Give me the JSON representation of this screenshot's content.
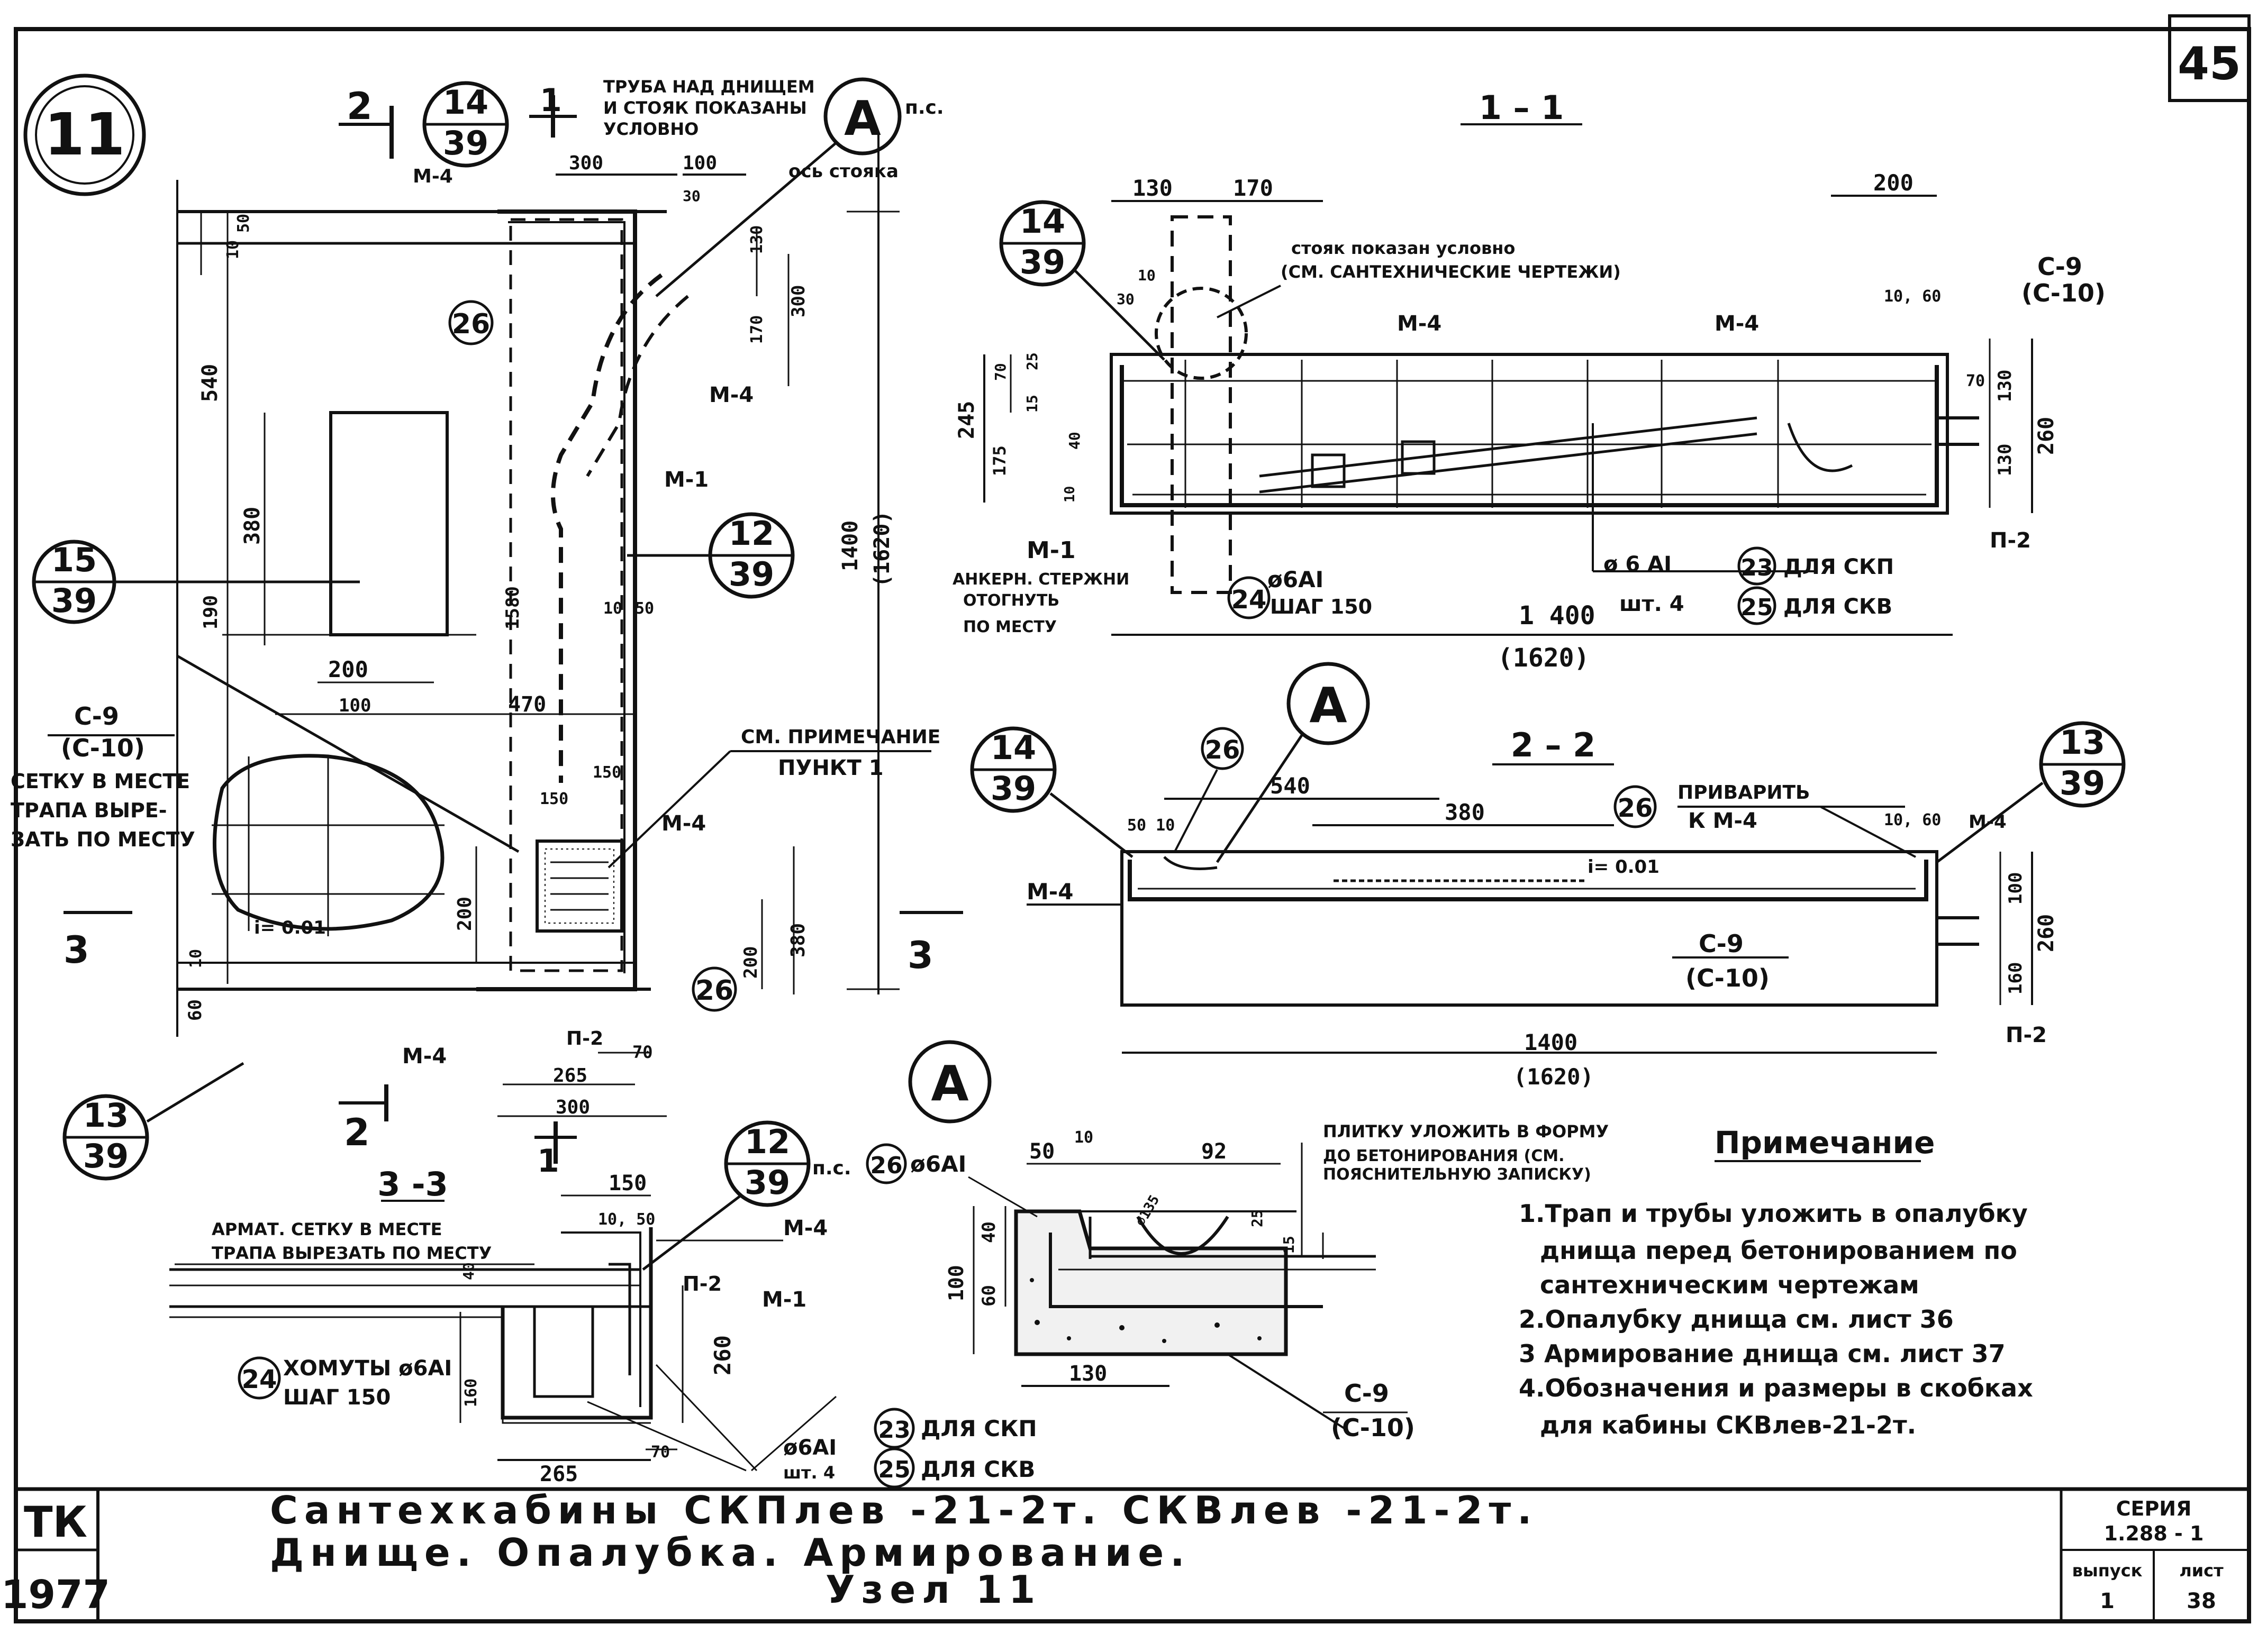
{
  "sheet_number": "45",
  "node_number": "11",
  "section_labels": {
    "s11": "1 – 1",
    "s22": "2 – 2",
    "s33": "3 -3",
    "cut2a": "2",
    "cut2b": "2",
    "cut1a": "1",
    "cut1b": "1",
    "cut3a": "3",
    "cut3b": "3"
  },
  "callouts": {
    "c_14_39_top": {
      "num": "14",
      "den": "39"
    },
    "c_15_39": {
      "num": "15",
      "den": "39"
    },
    "c_12_39_mid": {
      "num": "12",
      "den": "39"
    },
    "c_13_39_left": {
      "num": "13",
      "den": "39"
    },
    "c_14_39_s11": {
      "num": "14",
      "den": "39"
    },
    "c_14_39_s22": {
      "num": "14",
      "den": "39"
    },
    "c_13_39_s22": {
      "num": "13",
      "den": "39"
    },
    "c_12_39_s33": {
      "num": "12",
      "den": "39"
    },
    "a_top": "A",
    "a_s22": "A",
    "a_detail": "A",
    "pos26_a": "26",
    "pos26_b": "26",
    "pos26_c": "26",
    "pos26_d": "26",
    "pos26_e": "26",
    "pos24_a": "24",
    "pos24_b": "24",
    "pos23_a": "23",
    "pos25_a": "25",
    "pos23_b": "23",
    "pos25_b": "25"
  },
  "notes_plan": {
    "pipe_note_1": "ТРУБА НАД ДНИЩЕМ",
    "pipe_note_2": "И СТОЯК ПОКАЗАНЫ",
    "pipe_note_3": "УСЛОВНО",
    "ps": "п.с.",
    "riser_axis": "ось стояка",
    "see_note_1": "СМ. ПРИМЕЧАНИЕ",
    "see_note_2": "ПУНКТ 1",
    "mesh_cut_1": "СЕТКУ В МЕСТЕ",
    "mesh_cut_2": "ТРАПА ВЫРЕ-",
    "mesh_cut_3": "ЗАТЬ ПО МЕСТУ",
    "c9": "С-9",
    "c10": "(С-10)",
    "slope": "i= 0.01",
    "m4_a": "М-4",
    "m4_b": "М-4",
    "m4_c": "М-4",
    "m4_d": "М-4",
    "m1": "М-1",
    "p2": "П-2"
  },
  "dims_plan": {
    "d300": "300",
    "d100": "100",
    "d30": "30",
    "d130": "130",
    "d170": "170",
    "d300v": "300",
    "d10": "10",
    "d50": "50",
    "d540": "540",
    "d380": "380",
    "d190": "190",
    "d200": "200",
    "d100b": "100",
    "d470": "470",
    "d1400": "1400",
    "d1620": "(1620)",
    "d150": "150",
    "d150b": "150",
    "d10b": "10",
    "d50b": "50",
    "d200v": "200",
    "d200v2": "200",
    "d380v": "380",
    "d60": "60",
    "d10c": "10",
    "d70": "70",
    "d265": "265",
    "d300b": "300",
    "d1580": "1580"
  },
  "notes_s11": {
    "riser_1": "стояк показан условно",
    "riser_2": "(СМ. САНТЕХНИЧЕСКИЕ ЧЕРТЕЖИ)",
    "m4_a": "М-4",
    "m4_b": "М-4",
    "m1": "М-1",
    "anchor_1": "АНКЕРН. СТЕРЖНИ",
    "anchor_2": "ОТОГНУТЬ",
    "anchor_3": "ПО МЕСТУ",
    "rebar": "ø6АI",
    "step": "ШАГ 150",
    "rebar2": "ø 6 АI",
    "qty": "шт. 4",
    "for_skp": "ДЛЯ СКП",
    "for_skv": "ДЛЯ СКВ",
    "c9": "С-9",
    "c10": "(С-10)",
    "p2": "П-2"
  },
  "dims_s11": {
    "d130": "130",
    "d170": "170",
    "d200": "200",
    "d10": "10",
    "d30": "30",
    "d1060": "10, 60",
    "d245": "245",
    "d70": "70",
    "d25": "25",
    "d15": "15",
    "d175": "175",
    "d40": "40",
    "d10b": "10",
    "d70b": "70",
    "d130v": "130",
    "d130v2": "130",
    "d260": "260",
    "d1400": "1 400",
    "d1620": "(1620)"
  },
  "notes_s22": {
    "weld_1": "ПРИВАРИТЬ",
    "weld_2": "К М-4",
    "m4_a": "М-4",
    "m4_b": "М-4",
    "slope": "i= 0.01",
    "c9": "С-9",
    "c10": "(С-10)",
    "p2": "П-2"
  },
  "dims_s22": {
    "d540": "540",
    "d380": "380",
    "d5010": "50 10",
    "d1060": "10, 60",
    "d100": "100",
    "d260": "260",
    "d160": "160",
    "d1400": "1400",
    "d1620": "(1620)"
  },
  "notes_s33": {
    "mesh_1": "АРМАТ. СЕТКУ В МЕСТЕ",
    "mesh_2": "ТРАПА ВЫРЕЗАТЬ ПО МЕСТУ",
    "ps": "п.с.",
    "m4": "М-4",
    "p2": "П-2",
    "m1": "М-1",
    "clamps": "ХОМУТЫ ø6АI",
    "step": "ШАГ 150",
    "rebar": "ø6АI",
    "qty": "шт. 4",
    "for_skp": "ДЛЯ СКП",
    "for_skv": "ДЛЯ СКВ"
  },
  "dims_s33": {
    "d150": "150",
    "d1050": "10, 50",
    "d40": "40",
    "d260": "260",
    "d160": "160",
    "d265": "265",
    "d70": "70"
  },
  "notes_detail": {
    "rebar": "ø6АI",
    "tile_1": "ПЛИТКУ УЛОЖИТЬ В ФОРМУ",
    "tile_2": "ДО БЕТОНИРОВАНИЯ (СМ.",
    "tile_3": "ПОЯСНИТЕЛЬНУЮ ЗАПИСКУ)",
    "c9": "С-9",
    "c10": "(С-10)"
  },
  "dims_detail": {
    "d50": "50",
    "d10": "10",
    "d92": "92",
    "d135": "∅135",
    "d25": "25",
    "d15": "15",
    "d100": "100",
    "d40": "40",
    "d60": "60",
    "d130": "130"
  },
  "remarks": {
    "title": "Примечание",
    "items": [
      "1.Трап и трубы уложить в опалубку",
      "днища перед бетонированием по",
      "сантехническим чертежам",
      "2.Опалубку днища см. лист 36",
      "3 Армирование днища см. лист 37",
      "4.Обозначения и размеры в скобках",
      "для кабины СКВлев-21-2т."
    ]
  },
  "title_block": {
    "org": "ТК",
    "year": "1977",
    "line1": "Сантехкабины СКПлев -21-2т. СКВлев -21-2т.",
    "line2": "Днище. Опалубка. Армирование.",
    "line3": "Узел 11",
    "series_label": "СЕРИЯ",
    "series_value": "1.288 - 1",
    "issue_label": "выпуск",
    "issue_value": "1",
    "sheet_label": "лист",
    "sheet_value": "38"
  }
}
